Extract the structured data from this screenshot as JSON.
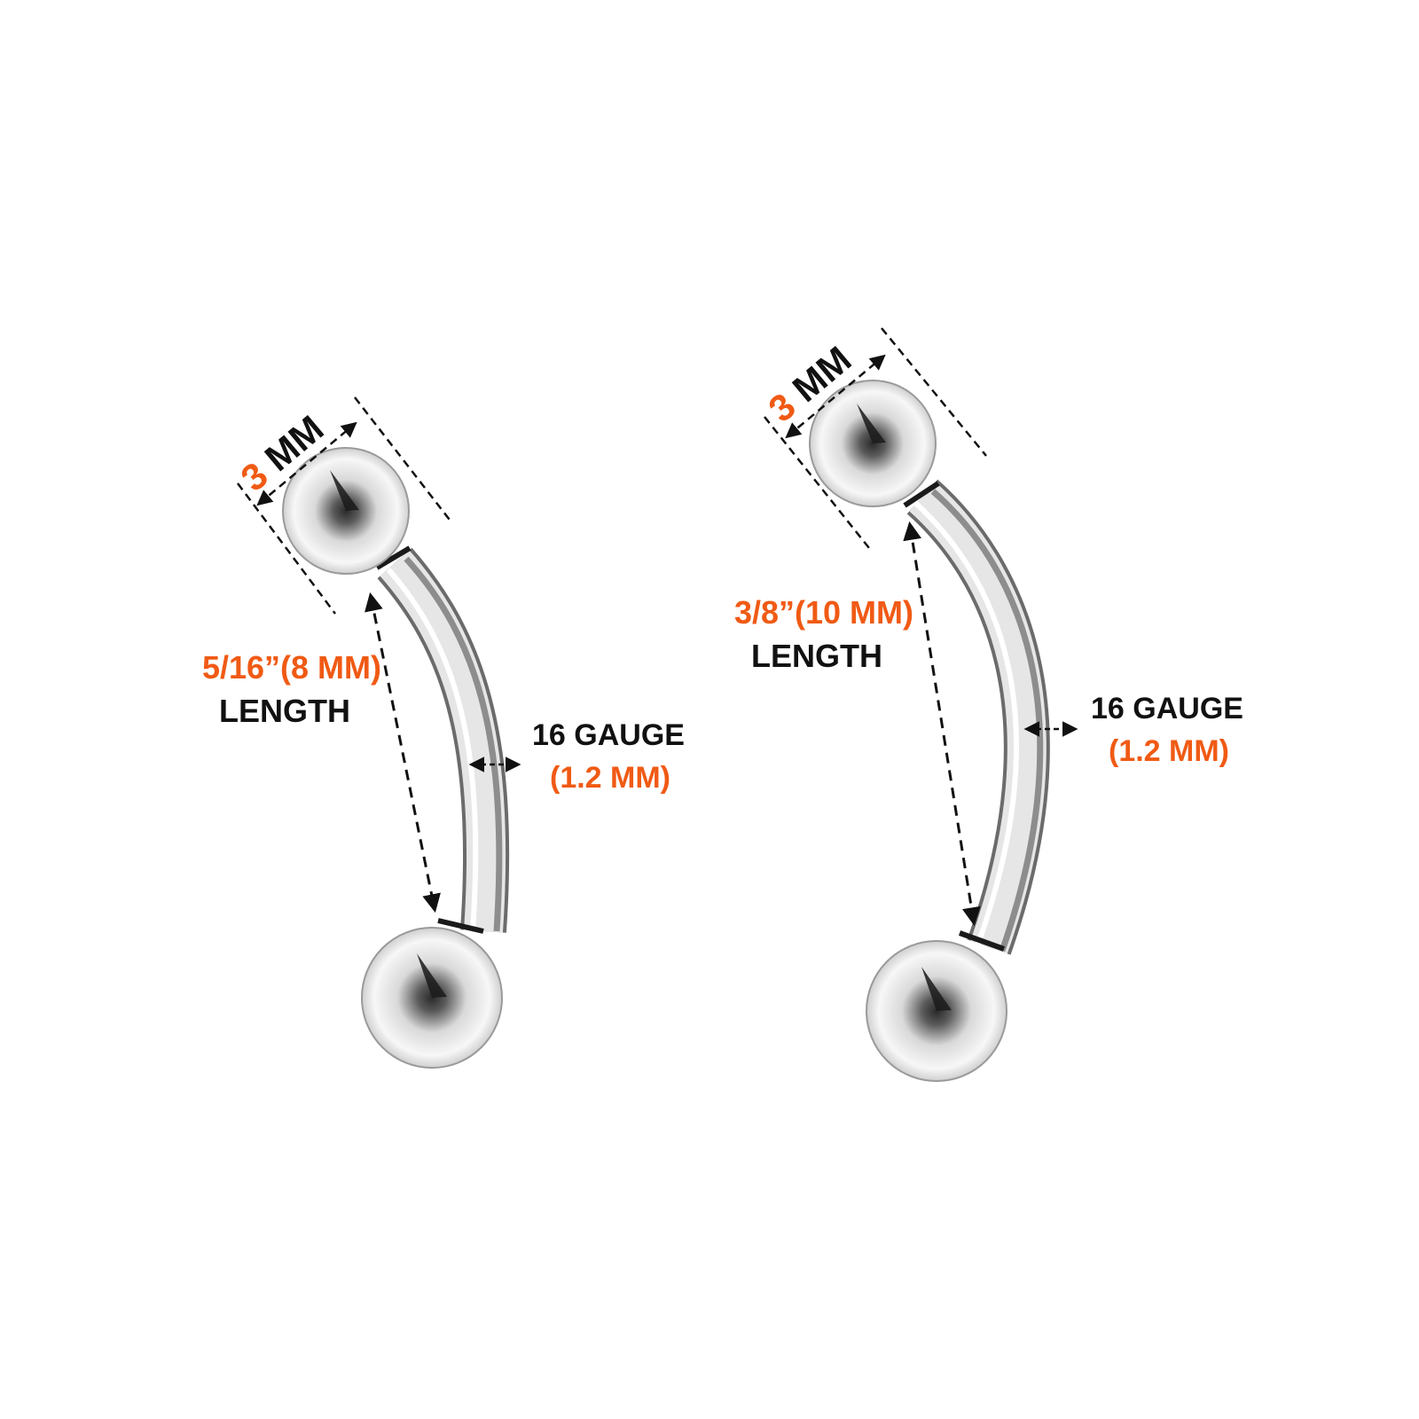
{
  "colors": {
    "accent": "#f05a14",
    "text": "#111111",
    "metal_light": "#f4f4f4",
    "metal_dark": "#5a5a5a"
  },
  "left": {
    "ball_number": "3",
    "ball_unit": "MM",
    "length_value": "5/16”(8 MM)",
    "length_label": "LENGTH",
    "gauge_label": "16 GAUGE",
    "gauge_value": "(1.2 MM)"
  },
  "right": {
    "ball_number": "3",
    "ball_unit": "MM",
    "length_value": "3/8”(10 MM)",
    "length_label": "LENGTH",
    "gauge_label": "16 GAUGE",
    "gauge_value": "(1.2 MM)"
  }
}
